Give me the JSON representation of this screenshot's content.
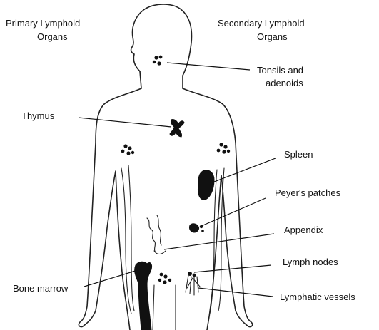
{
  "headings": {
    "primary_line1": "Primary Lymphold",
    "primary_line2": "Organs",
    "secondary_line1": "Secondary Lymphold",
    "secondary_line2": "Organs"
  },
  "labels": {
    "tonsils_line1": "Tonsils and",
    "tonsils_line2": "adenoids",
    "thymus": "Thymus",
    "spleen": "Spleen",
    "peyers_patches": "Peyer's patches",
    "appendix": "Appendix",
    "lymph_nodes": "Lymph nodes",
    "lymphatic_vessels": "Lymphatic vessels",
    "bone_marrow": "Bone marrow"
  },
  "colors": {
    "ink": "#111111",
    "background": "#ffffff"
  }
}
